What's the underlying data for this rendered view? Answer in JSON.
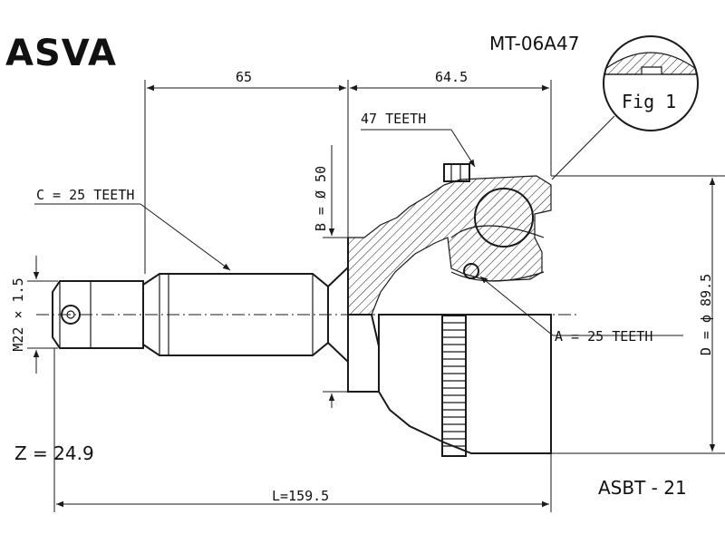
{
  "brand": "ASVA",
  "part_number": "MT-06A47",
  "figure_label": "Fig 1",
  "dimensions": {
    "left_length": "65",
    "right_length": "64.5",
    "total_length": "L=159.5",
    "diameter_b": "B = Ø 50",
    "diameter_d": "D = ϕ 89.5",
    "thread": "M22 × 1.5"
  },
  "callouts": {
    "c_teeth": "C = 25 TEETH",
    "teeth_47": "47 TEETH",
    "a_teeth": "A = 25 TEETH"
  },
  "z_value": "Z = 24.9",
  "catalog_code": "ASBT - 21"
}
